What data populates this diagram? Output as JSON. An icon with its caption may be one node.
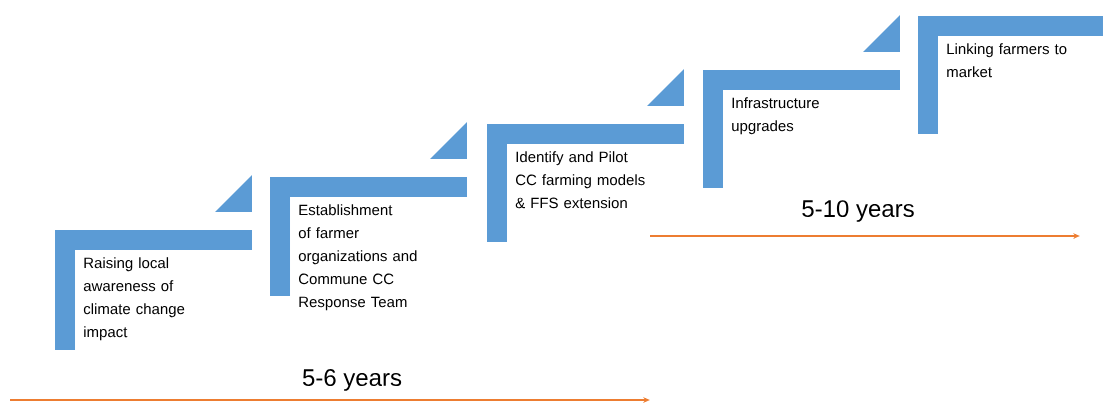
{
  "diagram": {
    "nodes": [
      {
        "text": [
          "Raising local awareness of climate change impact"
        ]
      },
      {
        "text": [
          "Establishment of farmer organizations and Commune CC Response Team"
        ]
      },
      {
        "text": [
          "Identify and Pilot CC farming models & FFS extension"
        ]
      },
      {
        "text": [
          "Infrastructure upgrades"
        ]
      },
      {
        "text": [
          "Linking farmers to market"
        ]
      }
    ],
    "labels": [
      "5-10 years",
      "5-6 years"
    ]
  }
}
